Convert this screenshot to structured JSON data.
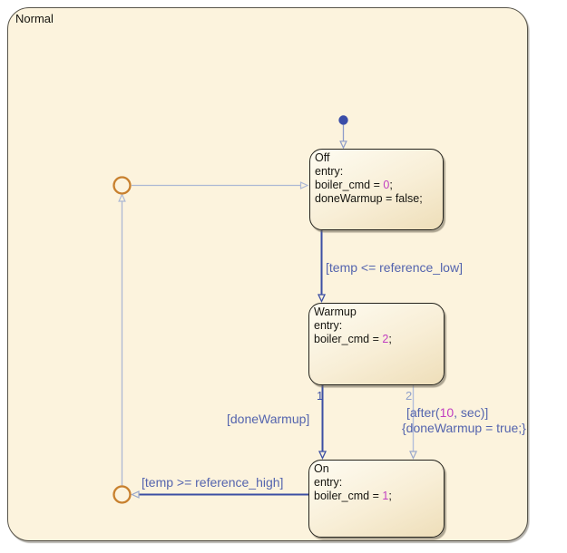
{
  "chart": {
    "title": "Normal"
  },
  "states": [
    {
      "name": "Off",
      "entry": "entry:",
      "lines": [
        {
          "pre": "boiler_cmd = ",
          "num": "0",
          "post": ";"
        },
        {
          "pre": "doneWarmup = false;",
          "num": "",
          "post": ""
        }
      ]
    },
    {
      "name": "Warmup",
      "entry": "entry:",
      "lines": [
        {
          "pre": "boiler_cmd = ",
          "num": "2",
          "post": ";"
        }
      ]
    },
    {
      "name": "On",
      "entry": "entry:",
      "lines": [
        {
          "pre": "boiler_cmd = ",
          "num": "1",
          "post": ";"
        }
      ]
    }
  ],
  "transitions": {
    "off_to_warmup": {
      "label": "[temp <= reference_low]"
    },
    "warmup_to_on_primary": {
      "order": "1",
      "label": "[doneWarmup]"
    },
    "warmup_to_on_timed": {
      "order": "2",
      "condition_pre": "[after(",
      "condition_num": "10",
      "condition_post": ", sec)]",
      "action": "{doneWarmup = true;}"
    },
    "on_to_junction": {
      "label": "[temp >= reference_high]"
    }
  },
  "colors": {
    "canvas_fill": "#fcf3dd",
    "state_border": "#23221c",
    "transition_active": "#3c4fa4",
    "transition_inactive": "#acb8d4",
    "label_text": "#5464ae",
    "numeric_literal": "#c13fc1",
    "junction_ring": "#c8802e",
    "default_dot": "#3a4da8"
  }
}
